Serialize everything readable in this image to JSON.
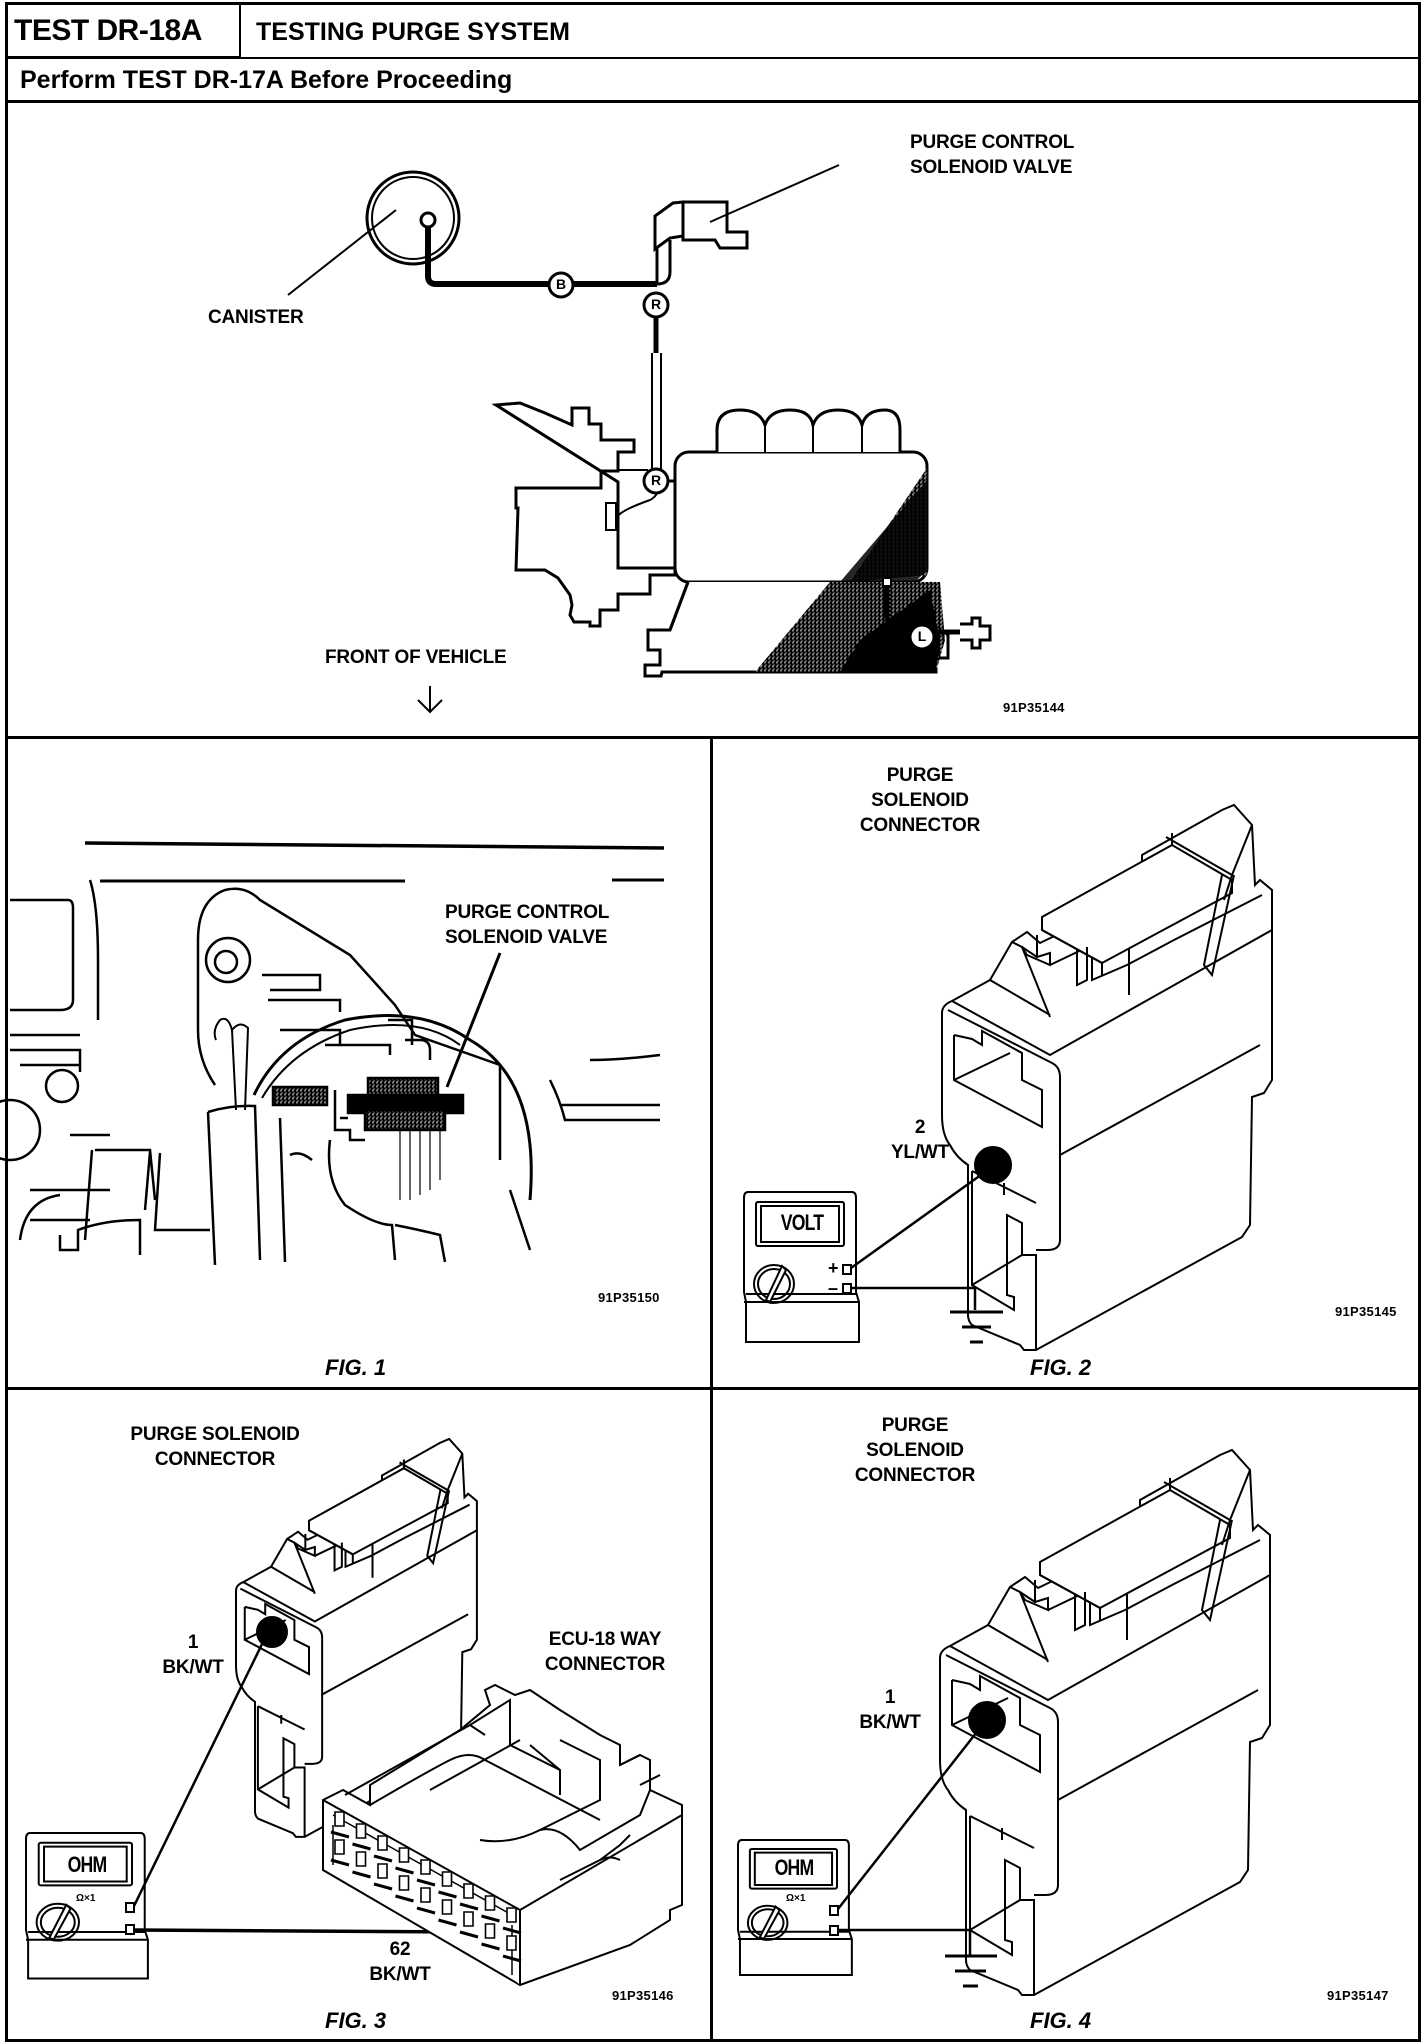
{
  "header": {
    "test_id": "TEST DR-18A",
    "title": "TESTING PURGE SYSTEM",
    "subtitle": "Perform TEST DR-17A Before Proceeding"
  },
  "overview": {
    "labels": {
      "purge_valve_line1": "PURGE CONTROL",
      "purge_valve_line2": "SOLENOID VALVE",
      "canister": "CANISTER",
      "front_of_vehicle": "FRONT OF VEHICLE"
    },
    "hose_markers": [
      "B",
      "R",
      "R",
      "L"
    ],
    "arrow_icon": "down-arrow",
    "figure_id": "91P35144"
  },
  "figures": [
    {
      "caption": "FIG. 1",
      "figure_id": "91P35150",
      "labels": {
        "line1": "PURGE CONTROL",
        "line2": "SOLENOID VALVE"
      }
    },
    {
      "caption": "FIG. 2",
      "figure_id": "91P35145",
      "labels": {
        "line1": "PURGE",
        "line2": "SOLENOID",
        "line3": "CONNECTOR"
      },
      "pin": {
        "number": "2",
        "wire": "YL/WT"
      },
      "meter": {
        "display": "VOLT",
        "plus": "+",
        "minus": "–",
        "lead_to": "ground"
      }
    },
    {
      "caption": "FIG. 3",
      "figure_id": "91P35146",
      "labels": {
        "line1": "PURGE SOLENOID",
        "line2": "CONNECTOR"
      },
      "pin": {
        "number": "1",
        "wire": "BK/WT"
      },
      "ecu_label": {
        "line1": "ECU-18 WAY",
        "line2": "CONNECTOR"
      },
      "ecu_pin": {
        "number": "62",
        "wire": "BK/WT"
      },
      "meter": {
        "display": "OHM",
        "range": "Ω×1"
      }
    },
    {
      "caption": "FIG. 4",
      "figure_id": "91P35147",
      "labels": {
        "line1": "PURGE",
        "line2": "SOLENOID",
        "line3": "CONNECTOR"
      },
      "pin": {
        "number": "1",
        "wire": "BK/WT"
      },
      "meter": {
        "display": "OHM",
        "range": "Ω×1",
        "lead_to": "ground"
      }
    }
  ]
}
